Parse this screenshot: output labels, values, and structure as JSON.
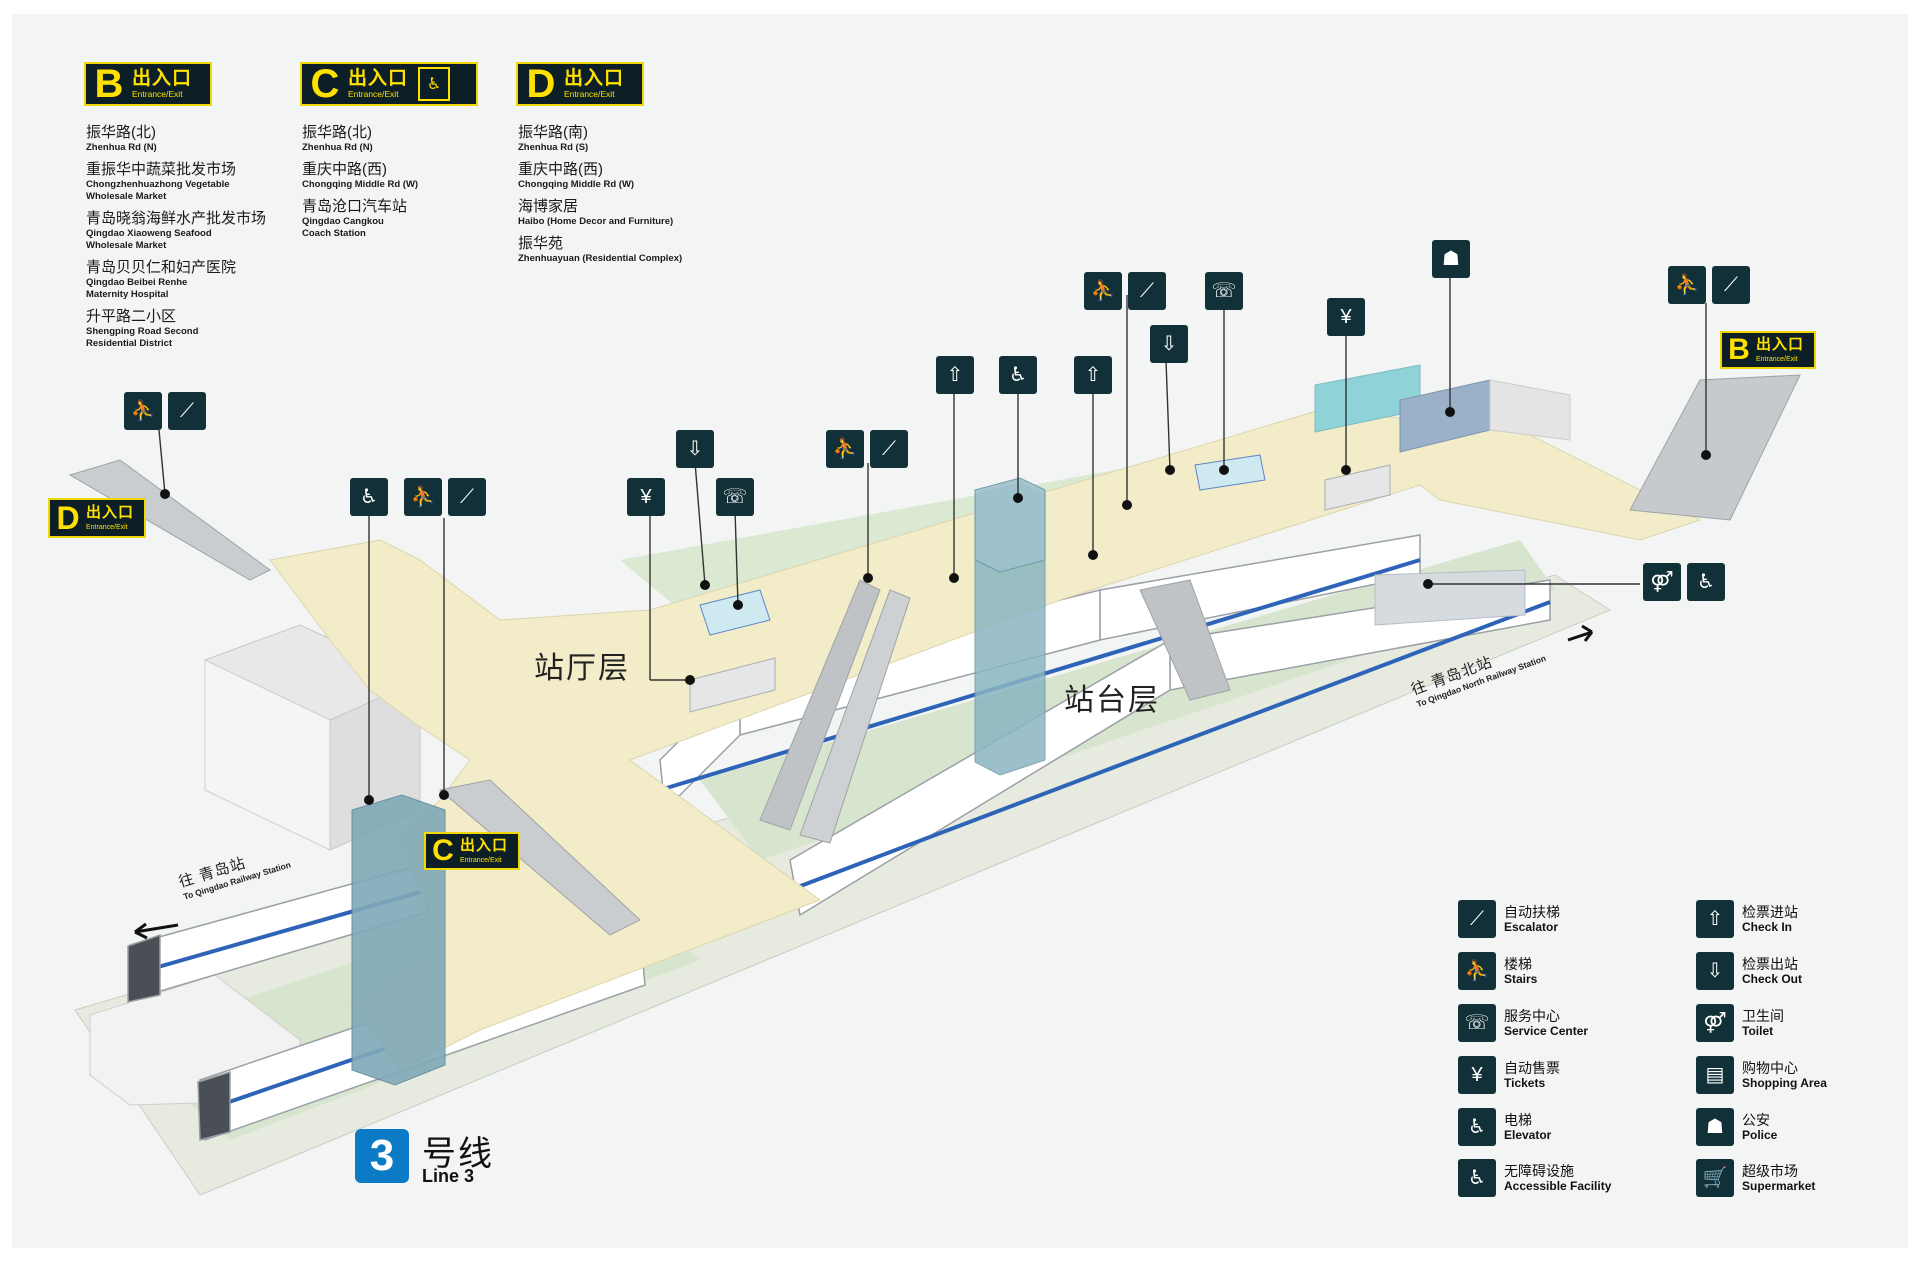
{
  "exits": {
    "B": {
      "letter": "B",
      "cn": "出入口",
      "en": "Entrance/Exit"
    },
    "C": {
      "letter": "C",
      "cn": "出入口",
      "en": "Entrance/Exit"
    },
    "D": {
      "letter": "D",
      "cn": "出入口",
      "en": "Entrance/Exit"
    }
  },
  "destinations": {
    "B": [
      {
        "cn": "振华路(北)",
        "en": "Zhenhua Rd (N)"
      },
      {
        "cn": "重振华中蔬菜批发市场",
        "en": "Chongzhenhuazhong Vegetable Wholesale Market"
      },
      {
        "cn": "青岛晓翁海鲜水产批发市场",
        "en": "Qingdao Xiaoweng Seafood Wholesale Market"
      },
      {
        "cn": "青岛贝贝仁和妇产医院",
        "en": "Qingdao Beibei Renhe Maternity Hospital"
      },
      {
        "cn": "升平路二小区",
        "en": "Shengping Road Second Residential District"
      }
    ],
    "C": [
      {
        "cn": "振华路(北)",
        "en": "Zhenhua Rd (N)"
      },
      {
        "cn": "重庆中路(西)",
        "en": "Chongqing Middle Rd (W)"
      },
      {
        "cn": "青岛沧口汽车站",
        "en": "Qingdao Cangkou Coach Station"
      }
    ],
    "D": [
      {
        "cn": "振华路(南)",
        "en": "Zhenhua Rd (S)"
      },
      {
        "cn": "重庆中路(西)",
        "en": "Chongqing Middle Rd (W)"
      },
      {
        "cn": "海博家居",
        "en": "Haibo (Home Decor and Furniture)"
      },
      {
        "cn": "振华苑",
        "en": "Zhenhuayuan (Residential Complex)"
      }
    ]
  },
  "levels": {
    "concourse": "站厅层",
    "platform": "站台层"
  },
  "directions": {
    "west": {
      "cn": "往 青岛站",
      "en": "To Qingdao Railway Station"
    },
    "east": {
      "cn": "往 青岛北站",
      "en": "To Qingdao North Railway Station"
    }
  },
  "line": {
    "number": "3",
    "cn": "号线",
    "en": "Line 3",
    "color": "#0a7bc4"
  },
  "legend": [
    {
      "icon": "escalator-icon",
      "cn": "自动扶梯",
      "en": "Escalator"
    },
    {
      "icon": "stairs-icon",
      "cn": "楼梯",
      "en": "Stairs"
    },
    {
      "icon": "service-center-icon",
      "cn": "服务中心",
      "en": "Service Center"
    },
    {
      "icon": "ticket-machine-icon",
      "cn": "自动售票",
      "en": "Tickets"
    },
    {
      "icon": "elevator-icon",
      "cn": "电梯",
      "en": "Elevator"
    },
    {
      "icon": "accessible-icon",
      "cn": "无障碍设施",
      "en": "Accessible Facility"
    },
    {
      "icon": "check-in-icon",
      "cn": "检票进站",
      "en": "Check In"
    },
    {
      "icon": "check-out-icon",
      "cn": "检票出站",
      "en": "Check Out"
    },
    {
      "icon": "toilet-icon",
      "cn": "卫生间",
      "en": "Toilet"
    },
    {
      "icon": "shopping-icon",
      "cn": "购物中心",
      "en": "Shopping Area"
    },
    {
      "icon": "police-icon",
      "cn": "公安",
      "en": "Police"
    },
    {
      "icon": "supermarket-icon",
      "cn": "超级市场",
      "en": "Supermarket"
    }
  ],
  "colors": {
    "concourse": "#f2ecc8",
    "platform": "#dfe9d8",
    "icon_bg": "#123038",
    "exit_bg": "#0c1f26",
    "exit_text": "#ffe000",
    "glass": "#8fb3bf"
  }
}
